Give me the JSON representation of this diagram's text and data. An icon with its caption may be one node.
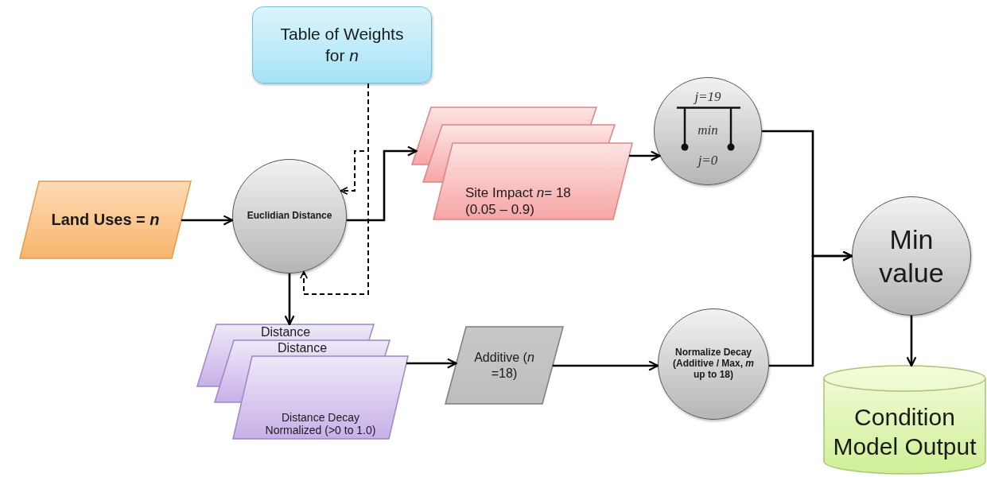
{
  "diagram": {
    "nodes": [
      {
        "text": [
          "Table of Weights for *n*"
        ]
      },
      {
        "text": [
          "Land Uses = *n*"
        ]
      },
      {
        "text": [
          "Euclidian Distance"
        ]
      },
      {
        "text": [],
        "shape": "parallelogram"
      },
      {
        "text": [],
        "shape": "parallelogram"
      },
      {
        "text": [
          "Site Impact *n*= 18 (0.05 – 0.9)"
        ]
      },
      {
        "text": [
          "j=19",
          "min",
          "j=0"
        ]
      },
      {
        "text": [
          "Distance"
        ]
      },
      {
        "text": [
          "Distance"
        ]
      },
      {
        "text": [
          "Distance Decay Normalized (>0 to 1.0)"
        ]
      },
      {
        "text": [
          "Additive (*n* =18)"
        ]
      },
      {
        "text": [
          "Normalize Decay (Additive / Max, *m* up to 18)"
        ]
      },
      {
        "text": [
          "Min value"
        ]
      },
      {
        "text": [
          "Condition Model Output"
        ]
      }
    ],
    "edges": [
      {
        "from": 1,
        "to": 2,
        "arrow": "to"
      },
      {
        "from": 2,
        "to": 3,
        "arrow": "to"
      },
      {
        "from": 0,
        "to": 2,
        "arrow": "to",
        "style": "dashed"
      },
      {
        "from": 0,
        "to": 2,
        "arrow": "to",
        "style": "dashed"
      },
      {
        "from": 2,
        "to": 7,
        "arrow": "to"
      },
      {
        "from": 9,
        "to": 10,
        "arrow": "to"
      },
      {
        "from": 10,
        "to": 11,
        "arrow": "to"
      },
      {
        "from": 5,
        "to": 6,
        "arrow": "to"
      },
      {
        "from": 6,
        "to": 12,
        "arrow": "to"
      },
      {
        "from": 11,
        "to": 12,
        "arrow": "to"
      },
      {
        "from": 12,
        "to": 13,
        "arrow": "to"
      }
    ]
  }
}
